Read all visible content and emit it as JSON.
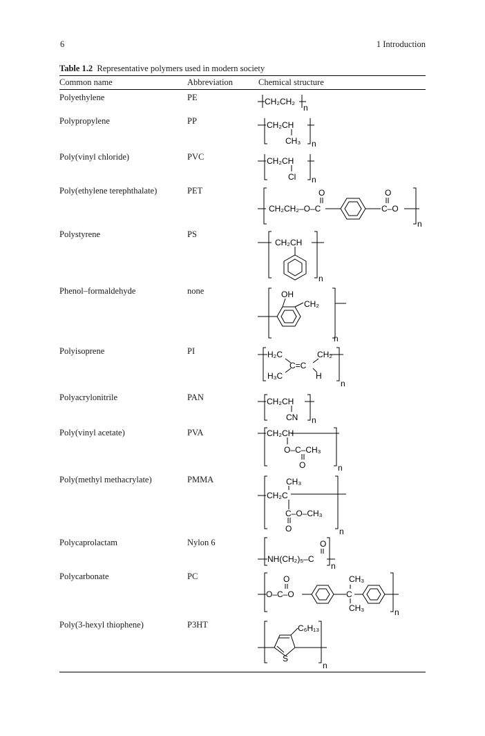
{
  "header": {
    "page_number": "6",
    "chapter": "1   Introduction"
  },
  "table": {
    "caption_label": "Table 1.2",
    "caption_text": "Representative polymers used in modern society",
    "columns": [
      "Common name",
      "Abbreviation",
      "Chemical structure"
    ],
    "rows": [
      {
        "name": "Polyethylene",
        "abbr": "PE"
      },
      {
        "name": "Polypropylene",
        "abbr": "PP"
      },
      {
        "name": "Poly(vinyl chloride)",
        "abbr": "PVC"
      },
      {
        "name": "Poly(ethylene terephthalate)",
        "abbr": "PET"
      },
      {
        "name": "Polystyrene",
        "abbr": "PS"
      },
      {
        "name": "Phenol–formaldehyde",
        "abbr": "none"
      },
      {
        "name": "Polyisoprene",
        "abbr": "PI"
      },
      {
        "name": "Polyacrylonitrile",
        "abbr": "PAN"
      },
      {
        "name": "Poly(vinyl acetate)",
        "abbr": "PVA"
      },
      {
        "name": "Poly(methyl methacrylate)",
        "abbr": "PMMA"
      },
      {
        "name": "Polycaprolactam",
        "abbr": "Nylon 6"
      },
      {
        "name": "Polycarbonate",
        "abbr": "PC"
      },
      {
        "name": "Poly(3-hexyl thiophene)",
        "abbr": "P3HT"
      }
    ]
  },
  "structures": {
    "pe_main": "CH₂CH₂",
    "pp_main": "CH₂CH",
    "pp_sub": "CH₃",
    "pvc_main": "CH₂CH",
    "pvc_sub": "Cl",
    "pet_a": "CH₂CH₂–O–C",
    "pet_o1": "O",
    "pet_b": "C–O",
    "pet_o2": "O",
    "ps_main": "CH₂CH",
    "pf_oh": "OH",
    "pf_ch2": "CH₂",
    "pi_h2c": "H₂C",
    "pi_cc": "C=C",
    "pi_ch2": "CH₂",
    "pi_h3c": "H₃C",
    "pi_h": "H",
    "pan_main": "CH₂CH",
    "pan_sub": "CN",
    "pva_main": "CH₂CH",
    "pva_sub": "O–C–CH₃",
    "pva_o": "O",
    "pmma_ch3": "CH₃",
    "pmma_main": "CH₂C",
    "pmma_sub": "C–O–CH₃",
    "pmma_o": "O",
    "nylon_main": "NH(CH₂)₅–C",
    "nylon_o": "O",
    "pc_a": "O–C–O",
    "pc_o": "O",
    "pc_c": "C",
    "pc_ch3a": "CH₃",
    "pc_ch3b": "CH₃",
    "p3ht_c6": "C₆H₁₃",
    "p3ht_s": "S",
    "n": "n"
  }
}
